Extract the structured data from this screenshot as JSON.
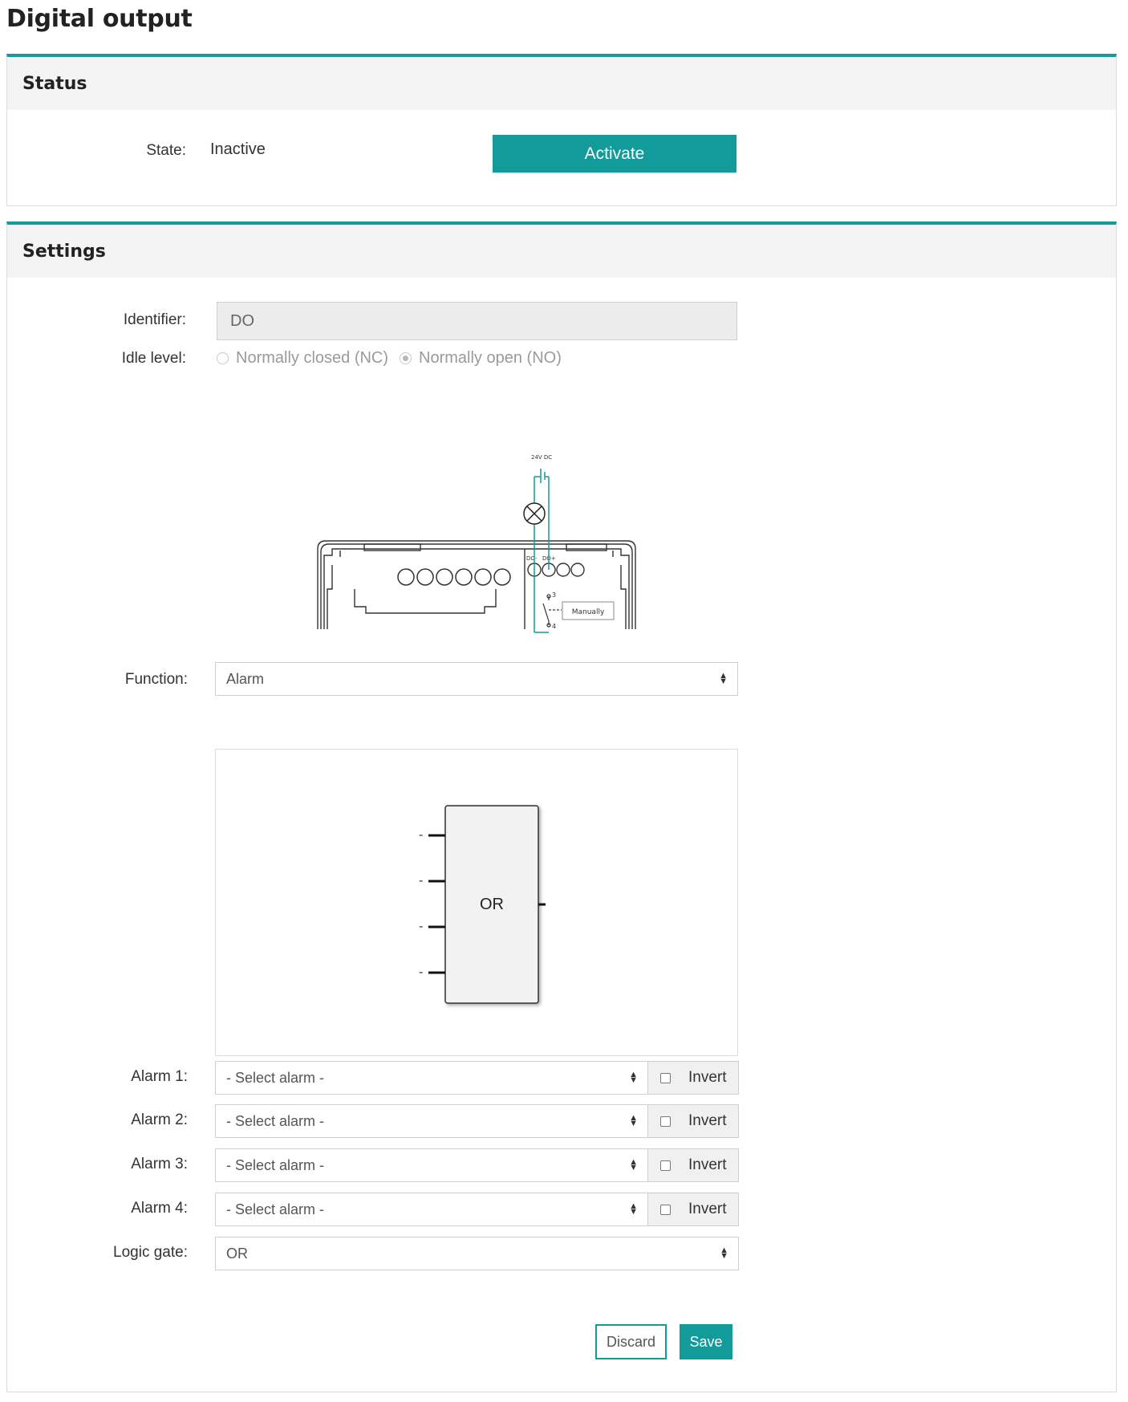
{
  "page": {
    "title": "Digital output"
  },
  "status": {
    "heading": "Status",
    "state_label": "State:",
    "state_value": "Inactive",
    "activate_label": "Activate"
  },
  "settings": {
    "heading": "Settings",
    "identifier_label": "Identifier:",
    "identifier_value": "DO",
    "idle_level_label": "Idle level:",
    "idle_options": [
      {
        "label": "Normally closed (NC)",
        "checked": false
      },
      {
        "label": "Normally open (NO)",
        "checked": true
      }
    ],
    "wiring": {
      "supply_label": "24V DC",
      "do_minus": "DO-",
      "do_plus": "DO+",
      "pin3": "3",
      "pin4": "4",
      "manual_label": "Manually"
    },
    "function_label": "Function:",
    "function_value": "Alarm",
    "gate": {
      "label": "OR",
      "input_marks": [
        "-",
        "-",
        "-",
        "-"
      ]
    },
    "alarms": [
      {
        "label": "Alarm 1:",
        "value": "- Select alarm -",
        "invert_label": "Invert"
      },
      {
        "label": "Alarm 2:",
        "value": "- Select alarm -",
        "invert_label": "Invert"
      },
      {
        "label": "Alarm 3:",
        "value": "- Select alarm -",
        "invert_label": "Invert"
      },
      {
        "label": "Alarm 4:",
        "value": "- Select alarm -",
        "invert_label": "Invert"
      }
    ],
    "logic_gate_label": "Logic gate:",
    "logic_gate_value": "OR",
    "discard_label": "Discard",
    "save_label": "Save"
  },
  "colors": {
    "accent": "#139a9b",
    "header_bg": "#f4f4f4",
    "readonly_bg": "#ececec"
  }
}
